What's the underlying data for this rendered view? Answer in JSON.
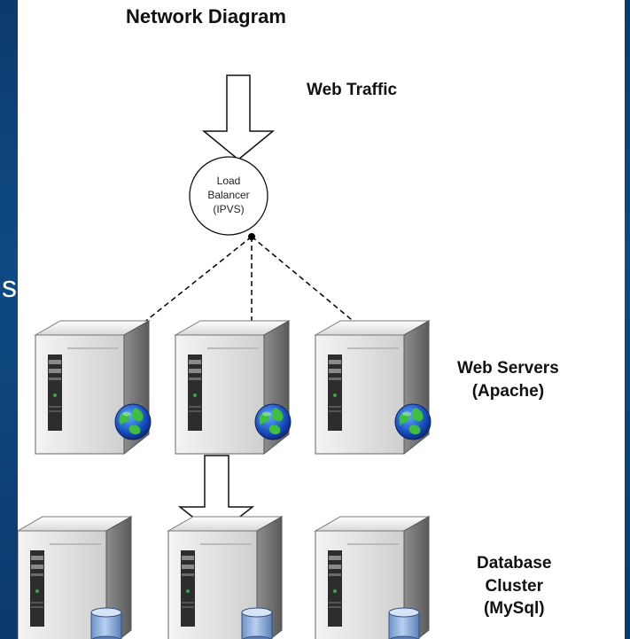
{
  "slide": {
    "edge_fragment": "s"
  },
  "diagram": {
    "title": "Network Diagram",
    "traffic_label": "Web Traffic",
    "load_balancer": {
      "line1": "Load",
      "line2": "Balancer",
      "line3": "(IPVS)"
    },
    "web_servers": {
      "line1": "Web Servers",
      "line2": "(Apache)",
      "count": 3,
      "badge_icon": "globe-icon"
    },
    "database_cluster": {
      "line1": "Database",
      "line2": "Cluster",
      "line3": "(MySql)",
      "count": 3,
      "badge_icon": "database-cylinder-icon"
    },
    "connections": {
      "traffic_to_lb": "block-arrow-down",
      "lb_to_web": "dashed-arrows",
      "web_to_db": "block-arrow-down"
    }
  }
}
